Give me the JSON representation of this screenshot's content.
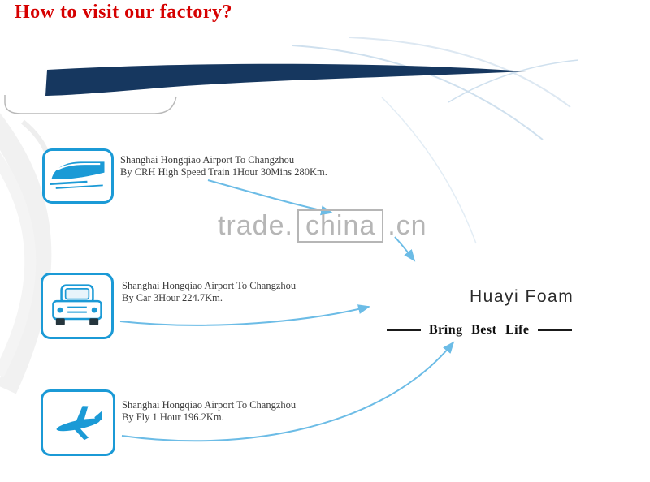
{
  "page": {
    "title": "How to visit our factory?"
  },
  "routes": [
    {
      "icon": "train-icon",
      "line1": "Shanghai Hongqiao Airport To Changzhou",
      "line2": "By CRH High Speed Train 1Hour 30Mins 280Km."
    },
    {
      "icon": "car-icon",
      "line1": "Shanghai Hongqiao Airport To Changzhou",
      "line2": "By Car 3Hour 224.7Km."
    },
    {
      "icon": "plane-icon",
      "line1": "Shanghai Hongqiao Airport To Changzhou",
      "line2": "By Fly 1 Hour 196.2Km."
    }
  ],
  "watermark": {
    "prefix": "trade.",
    "boxed": "china",
    "suffix": ".cn"
  },
  "brand": {
    "name": "Huayi Foam",
    "tagline": "Bring Best Life"
  },
  "colors": {
    "title_red": "#d60000",
    "icon_blue": "#1b9ad6",
    "banner_navy": "#16375f",
    "arrow_blue": "#6cbce6",
    "watermark_gray": "#b6b6b6"
  }
}
